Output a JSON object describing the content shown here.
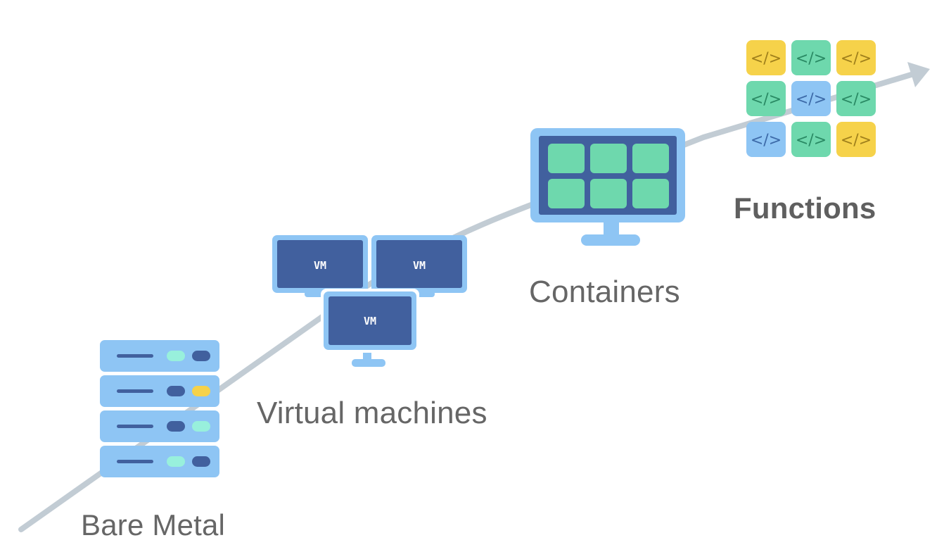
{
  "stages": {
    "bare_metal": "Bare Metal",
    "virtual_machines": "Virtual machines",
    "containers": "Containers",
    "functions": "Functions"
  },
  "vm_label": "VM",
  "code_glyph": "</>",
  "function_tiles": [
    [
      "yellow",
      "green",
      "yellow"
    ],
    [
      "green",
      "blue",
      "green"
    ],
    [
      "blue",
      "green",
      "yellow"
    ]
  ],
  "server_leds": [
    [
      "mint",
      "navy"
    ],
    [
      "navy",
      "yellow"
    ],
    [
      "navy",
      "mint"
    ],
    [
      "mint",
      "navy"
    ]
  ],
  "colors": {
    "arrow": "#c2ccd4",
    "frame_light": "#8ec5f4",
    "screen_dark": "#41609e",
    "tile_green": "#6ed8ad",
    "tile_yellow": "#f6d24a",
    "tile_blue": "#8ec5f4",
    "led_mint": "#98f0dc",
    "led_navy": "#41609e",
    "led_yellow": "#f6d24a",
    "glyph_yellow": "#a0801c",
    "glyph_green": "#2a8a64",
    "glyph_blue": "#3d6aa8",
    "label": "#666666"
  }
}
